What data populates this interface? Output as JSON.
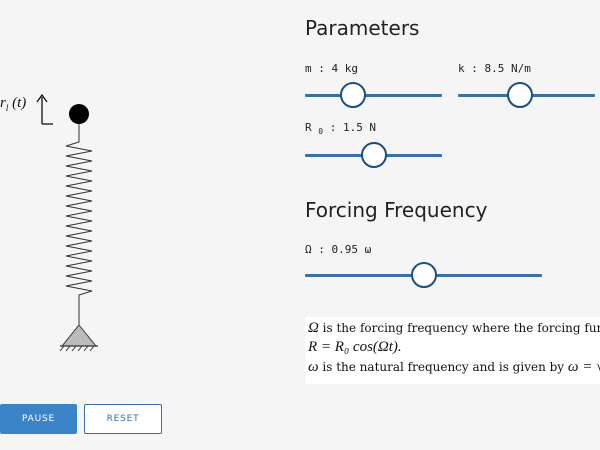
{
  "simulation": {
    "position_label": "r",
    "position_sub": "l",
    "position_arg": " (t)"
  },
  "parameters": {
    "title": "Parameters",
    "mass": {
      "label": "m : 4 kg",
      "fraction": 0.35
    },
    "stiffness": {
      "label": "k : 8.5 N/m",
      "fraction": 0.45
    },
    "amplitude": {
      "label_prefix": "R",
      "label_sub": "0",
      "label_rest": " : 1.5 N",
      "fraction": 0.5
    }
  },
  "forcing": {
    "title": "Forcing Frequency",
    "omega": {
      "label": "Ω : 0.95 ω",
      "fraction": 0.5
    }
  },
  "formula": {
    "line1_prefix": "Ω",
    "line1_text": " is the forcing frequency where the forcing function is",
    "line2": "R = R₀ cos(Ωt).",
    "line3_prefix": "ω",
    "line3_text": " is the natural frequency and is given by ",
    "line3_math": "ω = √k/m"
  },
  "controls": {
    "pause_label": "PAUSE",
    "reset_label": "RESET"
  },
  "colors": {
    "slider_track": "#3a6ea5",
    "button_primary": "#3b84c8"
  }
}
